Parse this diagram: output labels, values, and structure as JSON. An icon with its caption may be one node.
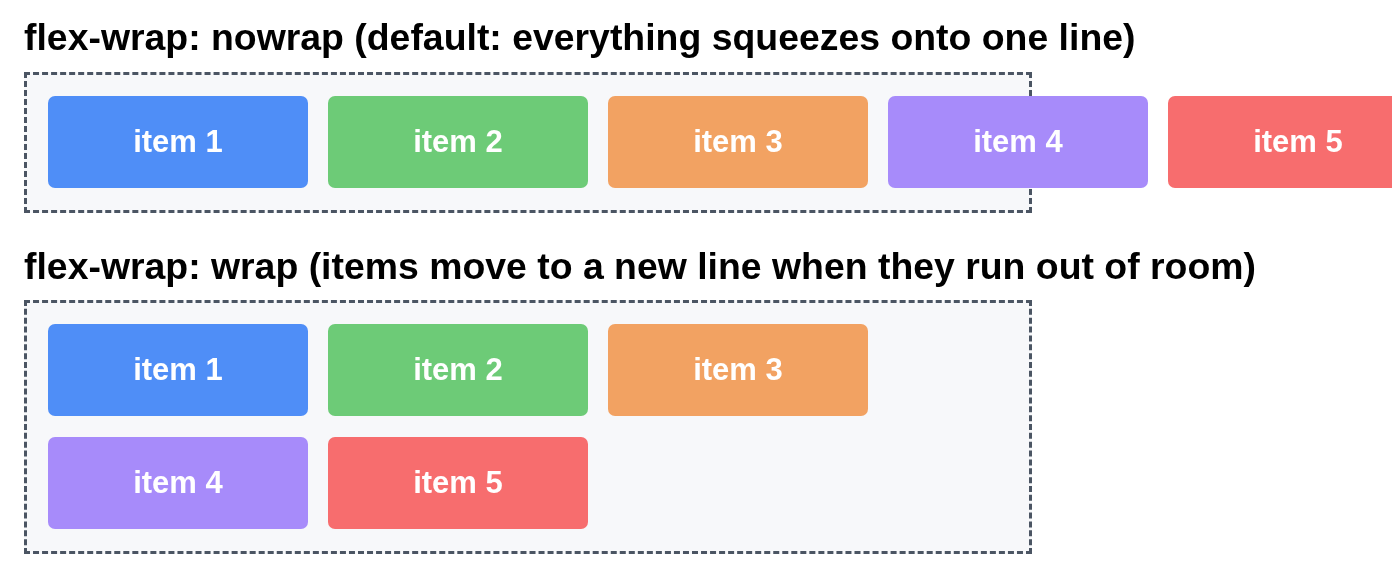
{
  "diagram": {
    "nodes": [
      {
        "text": [
          "flex-wrap: nowrap (default: everything squeezes onto one line)"
        ]
      },
      {
        "text": [
          "item 1"
        ],
        "in": 0
      },
      {
        "text": [
          "item 2"
        ],
        "in": 0
      },
      {
        "text": [
          "item 3"
        ],
        "in": 0
      },
      {
        "text": [
          "item 4"
        ]
      },
      {
        "text": [
          "item 5"
        ]
      },
      {
        "text": [
          "flex-wrap: wrap (items move to a new line when they run out of room)"
        ]
      },
      {
        "text": [
          "item 1"
        ],
        "in": 6
      },
      {
        "text": [
          "item 2"
        ],
        "in": 6
      },
      {
        "text": [
          "item 3"
        ],
        "in": 6
      },
      {
        "text": [
          "item 4"
        ],
        "in": 6
      },
      {
        "text": [
          "item 5"
        ],
        "in": 6
      }
    ],
    "edges": []
  }
}
